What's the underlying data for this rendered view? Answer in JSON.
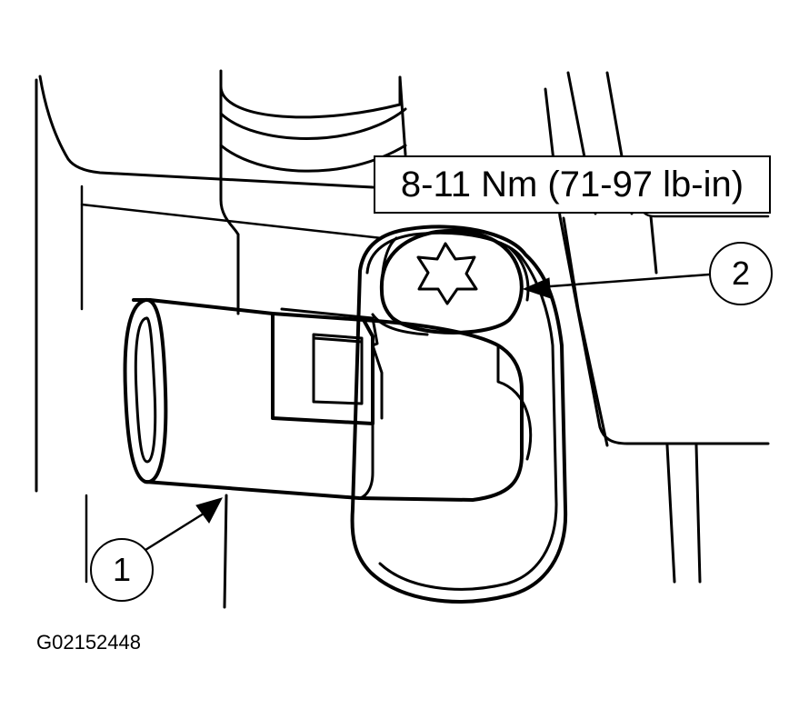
{
  "torque_spec": "8-11 Nm (71-97 lb-in)",
  "callouts": {
    "one": "1",
    "two": "2"
  },
  "figure_id": "G02152448",
  "colors": {
    "line": "#000000",
    "background": "#ffffff"
  }
}
